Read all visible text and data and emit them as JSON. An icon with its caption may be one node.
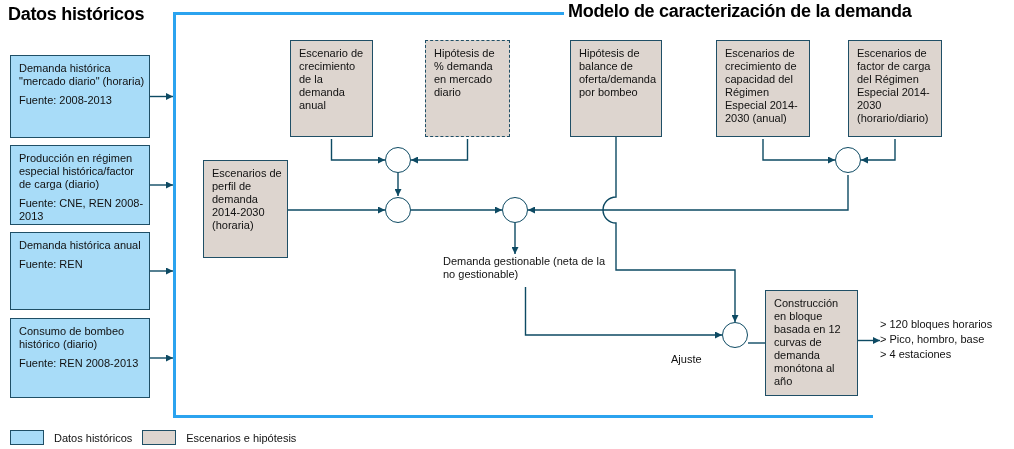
{
  "diagram": {
    "nodes": [
      {
        "text": [
          "Modelo de caracterización de la demanda"
        ]
      },
      {
        "text": [
          "Demanda histórica \"mercado diario\" (horaria)",
          "Fuente: 2008-2013"
        ]
      },
      {
        "text": [
          "Producción en régimen especial histórica/factor de carga (diario)",
          "Fuente: CNE, REN 2008-2013"
        ]
      },
      {
        "text": [
          "Demanda histórica anual",
          "Fuente: REN"
        ]
      },
      {
        "text": [
          "Consumo de bombeo histórico (diario)",
          "Fuente: REN 2008-2013"
        ]
      },
      {
        "text": [
          "Escenario de crecimiento de la demanda anual"
        ],
        "in": 0
      },
      {
        "text": [
          "Hipótesis de % demanda en mercado diario"
        ],
        "in": 0
      },
      {
        "text": [
          "Hipótesis de balance de oferta/demanda por bombeo"
        ],
        "in": 0
      },
      {
        "text": [
          "Escenarios de crecimiento de capacidad del Régimen Especial 2014-2030 (anual)"
        ],
        "in": 0
      },
      {
        "text": [
          "Escenarios de factor de carga del Régimen Especial 2014-2030 (horario/diario)"
        ],
        "in": 0
      },
      {
        "text": [
          "Escenarios de perfil de demanda 2014-2030 (horaria)"
        ],
        "in": 0
      },
      {
        "text": [],
        "shape": "circle",
        "in": 0
      },
      {
        "text": [],
        "shape": "circle",
        "in": 0
      },
      {
        "text": [],
        "shape": "circle",
        "in": 0
      },
      {
        "text": [],
        "shape": "circle",
        "in": 0
      },
      {
        "text": [
          "Demanda gestionable (neta de la no gestionable)"
        ],
        "in": 0
      },
      {
        "text": [],
        "shape": "circle",
        "in": 0,
        "beside": [
          "Ajuste"
        ]
      },
      {
        "text": [
          "Construcción en bloque basada en 12 curvas de demanda monótona al año"
        ],
        "in": 0
      },
      {
        "text": [
          "> 120 bloques horarios",
          "> Pico, hombro, base",
          "> 4 estaciones"
        ]
      }
    ],
    "edges": [
      {
        "from": 1,
        "to": 0,
        "arrow": "to"
      },
      {
        "from": 2,
        "to": 0,
        "arrow": "to"
      },
      {
        "from": 3,
        "to": 0,
        "arrow": "to"
      },
      {
        "from": 4,
        "to": 0,
        "arrow": "to"
      },
      {
        "from": 5,
        "to": 11,
        "arrow": "to"
      },
      {
        "from": 6,
        "to": 11,
        "arrow": "to"
      },
      {
        "from": 11,
        "to": 13,
        "arrow": "to"
      },
      {
        "from": 10,
        "to": 13,
        "arrow": "to"
      },
      {
        "from": 13,
        "to": 14,
        "arrow": "to"
      },
      {
        "from": 8,
        "to": 12,
        "arrow": "to"
      },
      {
        "from": 9,
        "to": 12,
        "arrow": "to"
      },
      {
        "from": 12,
        "to": 14,
        "arrow": "to"
      },
      {
        "from": 14,
        "to": 15,
        "arrow": "to"
      },
      {
        "from": 15,
        "to": 16,
        "arrow": "to"
      },
      {
        "from": 7,
        "to": 16,
        "arrow": "to"
      },
      {
        "from": 16,
        "to": 17,
        "arrow": "none"
      },
      {
        "from": 17,
        "to": 18,
        "arrow": "to"
      }
    ],
    "labels": [
      "Datos históricos"
    ],
    "legend": [
      {
        "text": "Datos históricos",
        "color": "#a8dcf8"
      },
      {
        "text": "Escenarios e hipótesis",
        "color": "#ddd5cf"
      }
    ]
  }
}
